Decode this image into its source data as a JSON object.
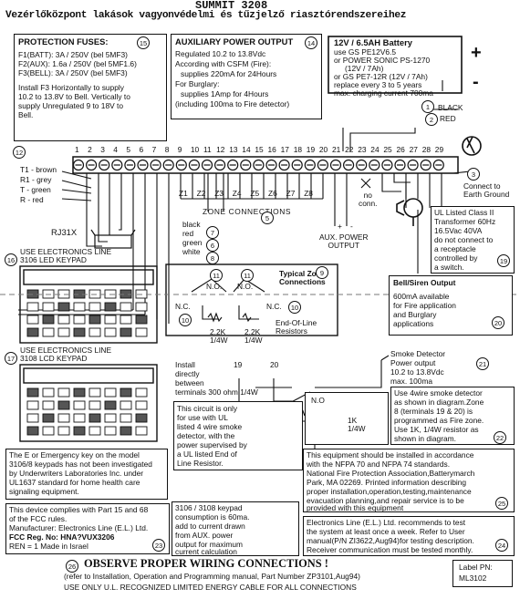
{
  "header": {
    "title": "SUMMIT 3208",
    "subtitle": "Vezérlőközpont lakások vagyonvédelmi és tűzjelző riasztórendszereihez"
  },
  "fuses": {
    "title": "PROTECTION FUSES:",
    "badge": "15",
    "lines": [
      "F1(BATT): 3A / 250V (bel 5MF3)",
      "F2(AUX): 1.6a / 250V (bel 5MF1.6)",
      "F3(BELL): 3A / 250V (bel 5MF3)"
    ],
    "note": [
      "Install F3 Horizontally to supply",
      "10.2 to 13.8V to Bell. Vertically to",
      "supply Unregulated 9 to 18V to",
      "Bell."
    ]
  },
  "aux_power": {
    "title": "AUXILIARY POWER OUTPUT",
    "badge": "14",
    "lines": [
      "Regulated 10.2 to 13.8Vdc",
      "According with CSFM (Fire):",
      "supplies 220mA for 24Hours",
      "For Burglary:",
      "supplies 1Amp for 4Hours",
      "(including 100ma to Fire detector)"
    ]
  },
  "battery": {
    "lines": [
      "12V / 6.5AH Battery",
      "use GS PE12V6.5",
      "or POWER SONIC  PS-1270",
      "(12V / 7Ah)",
      "or GS PE7-12R (12V / 7Ah)",
      "replace every 3 to 5 years",
      "max. charging current 700ma"
    ],
    "plus": "+",
    "minus": "-",
    "badge": "1",
    "black": "BLACK",
    "red": "RED",
    "red_badge": "2"
  },
  "terminals": {
    "numbers": [
      "1",
      "2",
      "3",
      "4",
      "5",
      "6",
      "7",
      "8",
      "9",
      "10",
      "11",
      "12",
      "13",
      "14",
      "15",
      "16",
      "17",
      "18",
      "19",
      "20",
      "21",
      "22",
      "23",
      "24",
      "25",
      "26",
      "27",
      "28",
      "29"
    ],
    "badge": "12"
  },
  "rj31x": {
    "wires": [
      "T1 - brown",
      "R1 - grey",
      "T  - green",
      "R  -  red"
    ],
    "label": "RJ31X"
  },
  "zones": {
    "labels": [
      "Z1",
      "Z2",
      "Z3",
      "Z4",
      "Z5",
      "Z6",
      "Z7",
      "Z8"
    ],
    "connections": "ZONE CONNECTIONS",
    "badge": "5",
    "no_conn": "no\nconn.",
    "aux_out": "AUX. POWER\nOUTPUT",
    "aux_plus": "+",
    "aux_minus": "-"
  },
  "earth": {
    "label": "Connect to\nEarth Ground",
    "badge": "3"
  },
  "transformer": {
    "lines": [
      "UL Listed Class II",
      "Transformer 60Hz",
      "16.5Vac 40VA",
      "do not connect to",
      "a receptacle",
      "controlled by",
      "a switch."
    ],
    "badge": "19"
  },
  "keypad_wires": {
    "labels": [
      "black",
      "red",
      "green",
      "white"
    ],
    "badges": [
      "7",
      "8",
      "6"
    ]
  },
  "led_keypad": {
    "title": "USE ELECTRONICS LINE\n3106 LED KEYPAD",
    "badge": "16"
  },
  "lcd_keypad": {
    "title": "USE ELECTRONICS LINE\n3108 LCD KEYPAD",
    "badge": "17"
  },
  "typical_zone": {
    "title": "Typical Zone\nConnections",
    "badge": "9",
    "no": "N.O.",
    "no_badge": "11",
    "nc": "N.C.",
    "nc_badge": "10",
    "r1": "2.2K\n1/4W",
    "r2": "2.2K\n1/4W",
    "eol": "End-Of-Line\nResistors"
  },
  "bell": {
    "title": "Bell/Siren Output",
    "lines": [
      "600mA available",
      "for Fire application",
      "and Burglary",
      "applications"
    ],
    "badge": "20"
  },
  "smoke_power": {
    "lines": [
      "Smoke Detector",
      "Power output",
      "10.2 to 13.8Vdc",
      "max. 100ma"
    ],
    "badge": "21"
  },
  "install_resistor": {
    "lines": [
      "Install",
      "directly",
      "between",
      "terminals 300 ohm 1/4W"
    ],
    "t19": "19",
    "t20": "20"
  },
  "smoke_ul": {
    "lines": [
      "This circuit is only",
      "for use with UL",
      "listed 4 wire smoke",
      "detector, with the",
      "power supervised by",
      "a UL listed End of",
      "Line Resistor."
    ],
    "no": "N.O",
    "r": "1K\n1/4W"
  },
  "four_wire": {
    "lines": [
      "Use 4wire smoke detector",
      "as shown in diagram.Zone",
      "8 (terminals 19 & 20) is",
      "programmed as Fire zone.",
      "Use 1K, 1/4W resistor as",
      "shown in diagram."
    ],
    "badge": "22"
  },
  "emergency": {
    "lines": [
      "The E or Emergency key on the model",
      "3106/8 keypads has not been investigated",
      "by Underwriters Laboratories Inc. under",
      "UL1637 standard for home health care",
      "signaling equipment."
    ]
  },
  "fcc": {
    "lines": [
      "This device complies with Part 15 and 68",
      "of the FCC rules.",
      "Manufacturer: Electronics Line (E.L.) Ltd.",
      "FCC Reg. No: HNA?VUX3206",
      "REN = 1          Made in Israel"
    ],
    "badge": "23"
  },
  "consumption": {
    "lines": [
      "3106 / 3108 keypad",
      "consumption is 60ma.",
      "add to current drawn",
      "from AUX. power",
      "output for maximum",
      "current calculation"
    ]
  },
  "nfpa": {
    "lines": [
      "This equipment should be installed in accordance",
      "with the NFPA 70 and NFPA 74 standards.",
      "National Fire Protection Association,Batterymarch",
      "Park, MA 02269. Printed information describing",
      "proper installation,operation,testing,maintenance",
      "evacuation planning,and repair service is to be",
      "provided with this equipment"
    ],
    "badge": "25"
  },
  "test": {
    "lines": [
      "Electronics Line (E.L.) Ltd. recommends to test",
      "the system at least once a week. Refer to User",
      "manual(P/N ZI3622,Aug94)for testing description.",
      "Receiver communication must be tested monthly."
    ],
    "badge": "24"
  },
  "footer": {
    "badge": "26",
    "observe": "OBSERVE PROPER WIRING CONNECTIONS !",
    "refer": "(refer to Installation, Operation and Programming manual, Part Number ZP3101,Aug94)",
    "ul": "USE ONLY U.L. RECOGNIZED LIMITED ENERGY CABLE FOR ALL CONNECTIONS"
  },
  "label_pn": {
    "title": "Label PN:",
    "value": "ML3102"
  }
}
